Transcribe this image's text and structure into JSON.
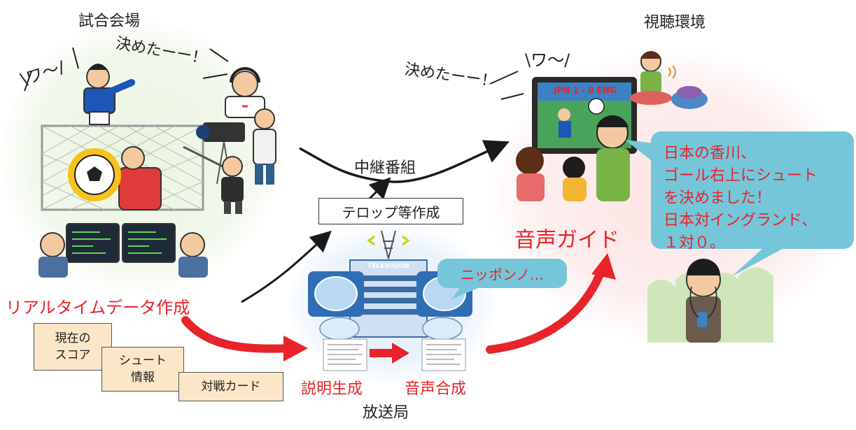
{
  "regions": {
    "venue": "試合会場",
    "viewing": "視聴環境",
    "broadcaster": "放送局"
  },
  "flow": {
    "relay_program": "中継番組",
    "telop": "テロップ等作成",
    "realtime_data": "リアルタイムデータ作成",
    "description_gen": "説明生成",
    "speech_synth": "音声合成",
    "audio_guide": "音声ガイド"
  },
  "data_docs": {
    "score": "現在の\nスコア",
    "shot_info": "シュート\n情報",
    "matchup": "対戦カード"
  },
  "exclamations": {
    "venue_wa": "\\ワ〜/",
    "venue_kimeta": "決めたーー！",
    "home_kimeta": "決めたーー！",
    "home_wa": "\\ワ〜/"
  },
  "tv_score": "JPN 1 - 0 ENG",
  "tv_brand": "TELEVISION",
  "guide_bubble": "日本の香川、\nゴール右上にシュート\nを決めました！\n日本対イングランド、\n１対０。",
  "tts_bubble": "ニッポンノ…",
  "colors": {
    "arrow_red": "#e8232a",
    "arrow_black": "#1a1a1a",
    "bubble_bg": "#76c6da"
  }
}
